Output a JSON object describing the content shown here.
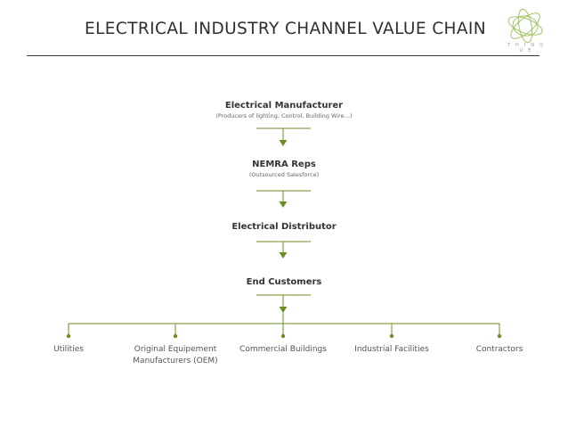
{
  "header": {
    "title": "ELECTRICAL INDUSTRY CHANNEL VALUE CHAIN",
    "logo_text": "T H I N Q U E"
  },
  "colors": {
    "accent": "#6b8e23",
    "rule": "#333333",
    "text": "#333333"
  },
  "chain": [
    {
      "title": "Electrical Manufacturer",
      "subtitle": "(Producers of lighting, Control, Building Wire…)"
    },
    {
      "title": "NEMRA Reps",
      "subtitle": "(Outsourced Salesforce)"
    },
    {
      "title": "Electrical Distributor",
      "subtitle": ""
    },
    {
      "title": "End Customers",
      "subtitle": ""
    }
  ],
  "segments": [
    {
      "label": "Utilities"
    },
    {
      "label": "Original Equipement\nManufacturers (OEM)"
    },
    {
      "label": "Commercial Buildings"
    },
    {
      "label": "Industrial Facilities"
    },
    {
      "label": "Contractors"
    }
  ]
}
